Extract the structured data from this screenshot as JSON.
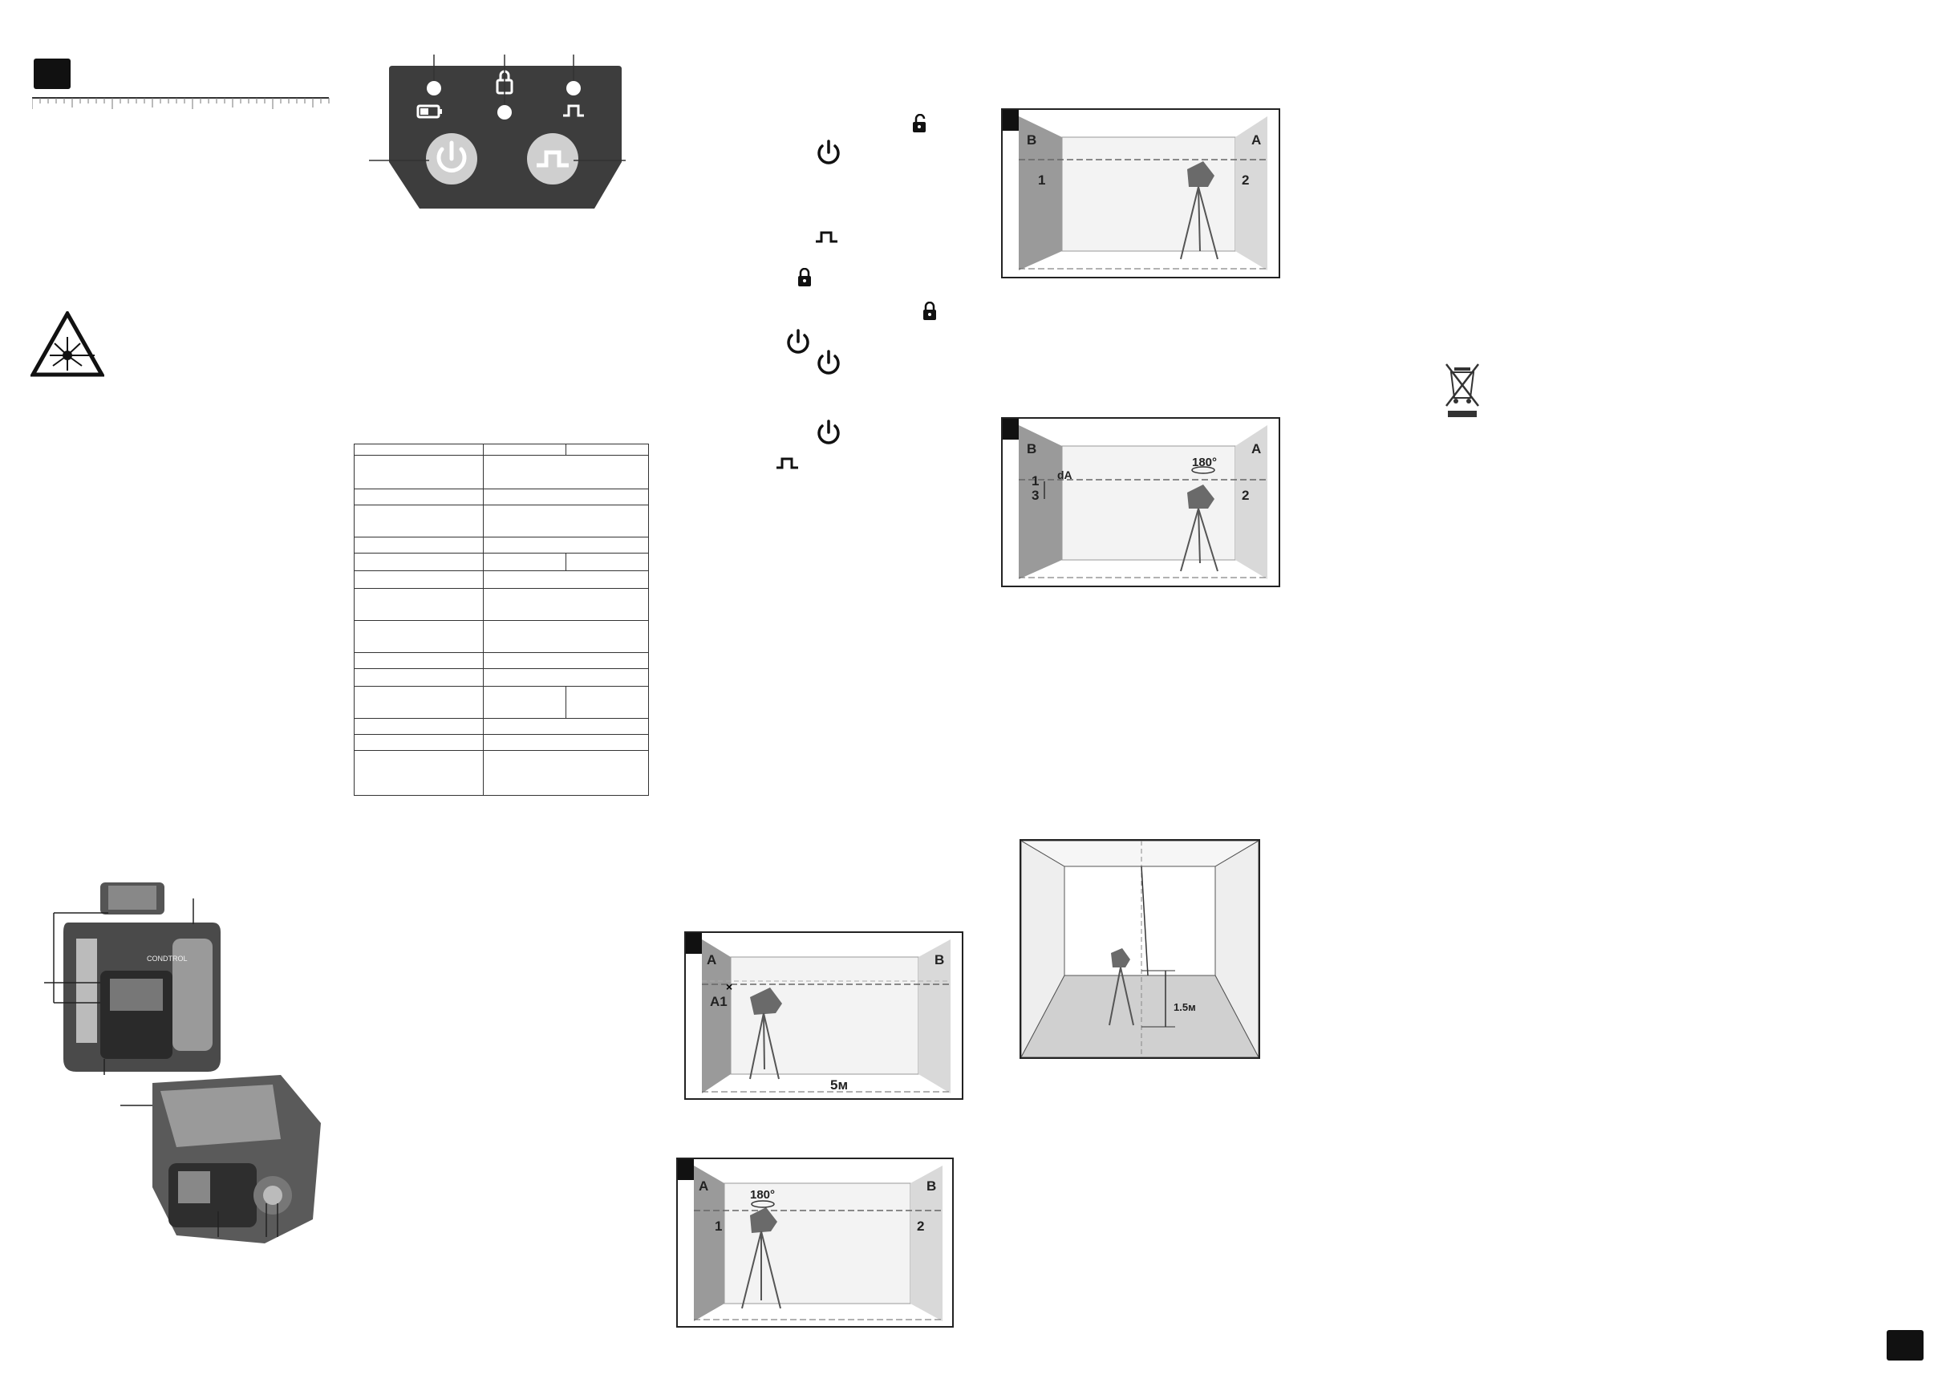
{
  "figure_labels": {
    "wall_a": "A",
    "wall_b": "B",
    "mark_1": "1",
    "mark_2": "2",
    "mark_3": "3",
    "mark_a1": "A1",
    "mark_da": "dA",
    "rotation": "180°",
    "distance_5m": "5м",
    "height": "1.5м"
  },
  "icons": [
    "power-icon",
    "pulse-icon",
    "lock-open-icon",
    "lock-icon",
    "battery-icon",
    "laser-warning-icon",
    "weee-bin-icon"
  ],
  "colors": {
    "panel": "#3d3d3d",
    "button": "#cfcfcf",
    "wall": "#9a9a9a",
    "ink": "#111111"
  }
}
